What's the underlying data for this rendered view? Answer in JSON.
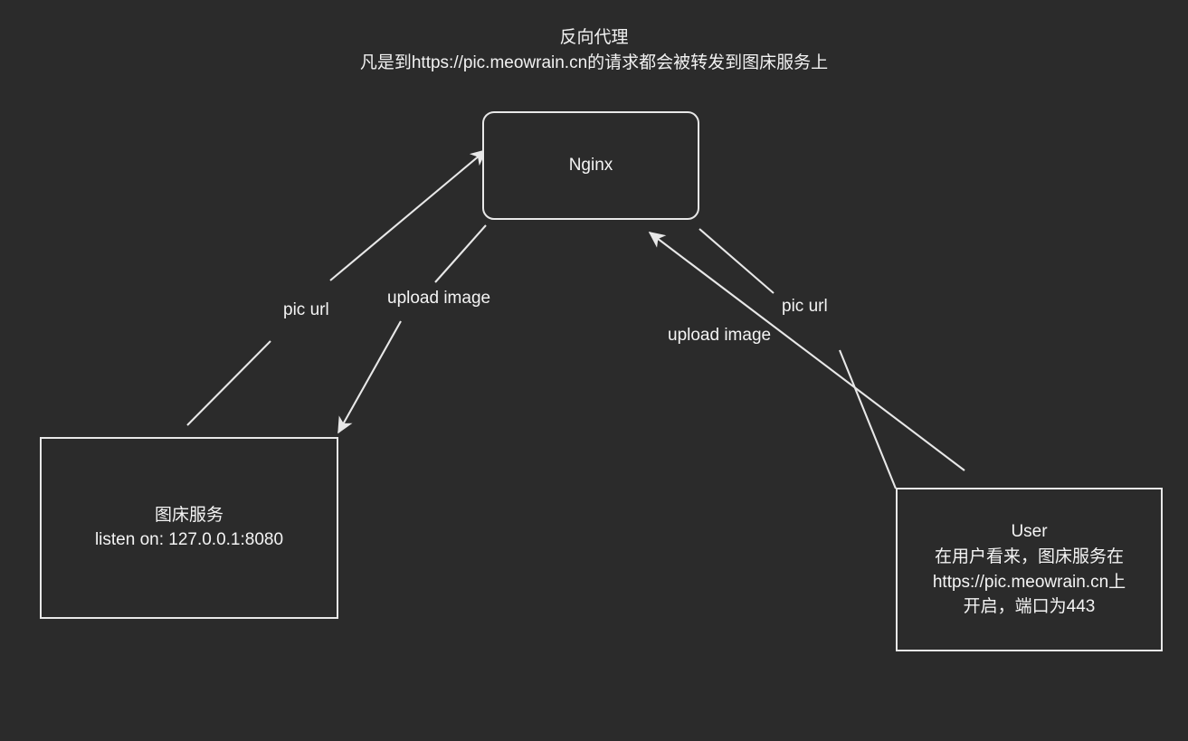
{
  "diagram": {
    "background_color": "#2b2b2b",
    "stroke_color": "#e8e8e8",
    "text_color": "#f4f4f4",
    "title": {
      "line1": "反向代理",
      "line2": "凡是到https://pic.meowrain.cn的请求都会被转发到图床服务上"
    },
    "nodes": {
      "nginx": {
        "label": "Nginx"
      },
      "image_service": {
        "line1": "图床服务",
        "line2": "listen on: 127.0.0.1:8080"
      },
      "user": {
        "line1": "User",
        "line2": "在用户看来，图床服务在",
        "line3": "https://pic.meowrain.cn上",
        "line4": "开启，端口为443"
      }
    },
    "edges": [
      {
        "id": "imgsvc-to-nginx",
        "label": "pic url",
        "from": "image_service",
        "to": "nginx",
        "arrowhead_at": "nginx"
      },
      {
        "id": "nginx-to-imgsvc",
        "label": "upload image",
        "from": "nginx",
        "to": "image_service",
        "arrowhead_at": "image_service"
      },
      {
        "id": "nginx-to-user",
        "label": "pic url",
        "from": "nginx",
        "to": "user",
        "arrowhead_at": "user"
      },
      {
        "id": "user-to-nginx",
        "label": "upload image",
        "from": "user",
        "to": "nginx",
        "arrowhead_at": "nginx"
      }
    ]
  }
}
